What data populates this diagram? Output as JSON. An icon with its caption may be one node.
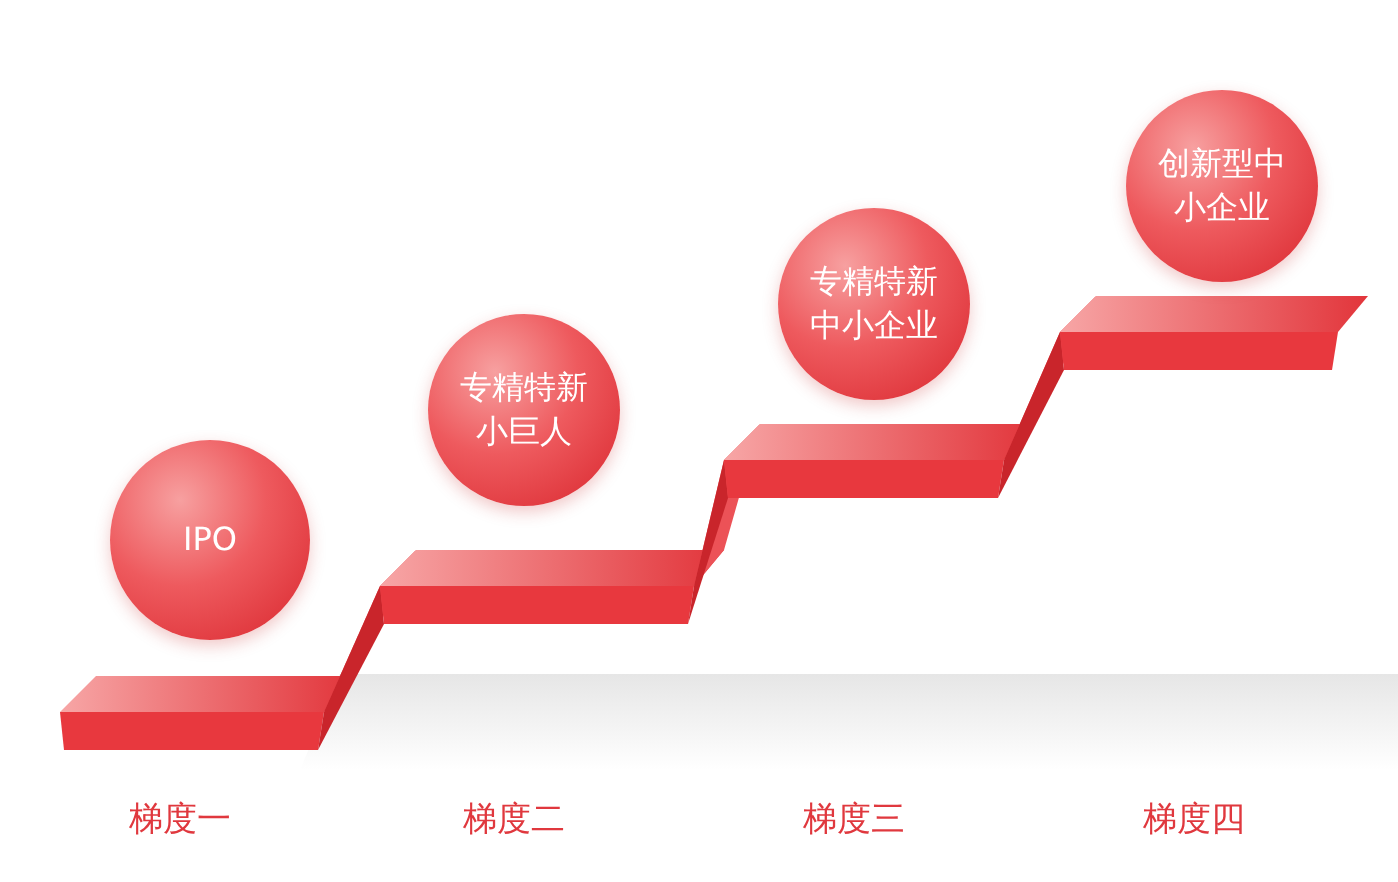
{
  "diagram": {
    "nodes": [
      {
        "text": [
          "IPO"
        ]
      },
      {
        "text": [
          "专精特新小巨人"
        ]
      },
      {
        "text": [
          "专精特新中小企业"
        ]
      },
      {
        "text": [
          "创新型中小企业"
        ]
      }
    ],
    "labels": [
      "梯度一",
      "梯度二",
      "梯度三",
      "梯度四"
    ]
  }
}
